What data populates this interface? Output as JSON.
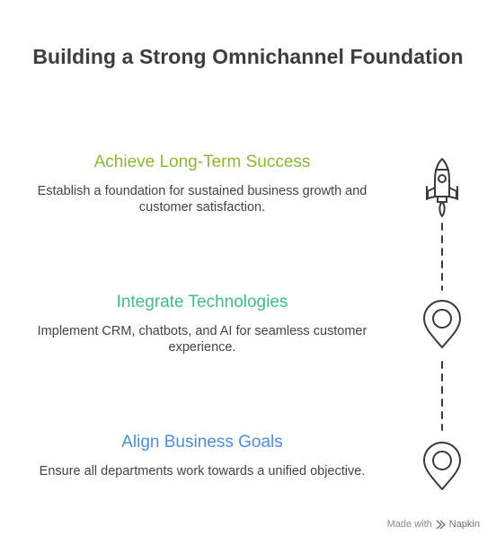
{
  "title": "Building a Strong Omnichannel Foundation",
  "steps": [
    {
      "heading": "Achieve Long-Term Success",
      "description": "Establish a foundation for sustained business growth and customer satisfaction.",
      "color": "#8cb832",
      "icon": "rocket-icon"
    },
    {
      "heading": "Integrate Technologies",
      "description": "Implement CRM, chatbots, and AI for seamless customer experience.",
      "color": "#3dbf86",
      "icon": "location-pin-icon"
    },
    {
      "heading": "Align Business Goals",
      "description": "Ensure all departments work towards a unified objective.",
      "color": "#4a8fe0",
      "icon": "location-pin-icon"
    }
  ],
  "footer": {
    "made_with": "Made with",
    "brand": "Napkin",
    "icon": "napkin-logo-icon"
  }
}
